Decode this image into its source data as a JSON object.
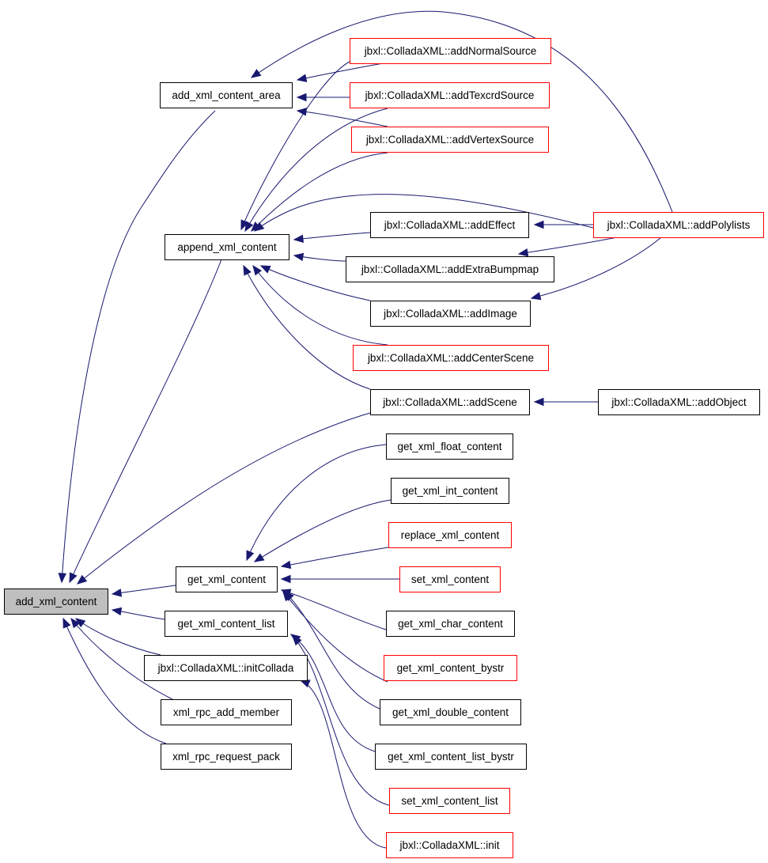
{
  "colors": {
    "edge": "#191970",
    "border_normal": "#000000",
    "border_truncated": "#ff0000",
    "root_fill": "#bfbfbf"
  },
  "nodes": [
    {
      "id": "add_xml_content",
      "label": "add_xml_content",
      "root": true
    },
    {
      "id": "add_xml_content_area",
      "label": "add_xml_content_area"
    },
    {
      "id": "append_xml_content",
      "label": "append_xml_content"
    },
    {
      "id": "get_xml_content",
      "label": "get_xml_content"
    },
    {
      "id": "get_xml_content_list",
      "label": "get_xml_content_list"
    },
    {
      "id": "initCollada",
      "label": "jbxl::ColladaXML::initCollada"
    },
    {
      "id": "xml_rpc_add_member",
      "label": "xml_rpc_add_member"
    },
    {
      "id": "xml_rpc_request_pack",
      "label": "xml_rpc_request_pack"
    },
    {
      "id": "addNormalSource",
      "label": "jbxl::ColladaXML::addNormalSource",
      "truncated": true
    },
    {
      "id": "addTexcrdSource",
      "label": "jbxl::ColladaXML::addTexcrdSource",
      "truncated": true
    },
    {
      "id": "addVertexSource",
      "label": "jbxl::ColladaXML::addVertexSource",
      "truncated": true
    },
    {
      "id": "addEffect",
      "label": "jbxl::ColladaXML::addEffect"
    },
    {
      "id": "addExtraBumpmap",
      "label": "jbxl::ColladaXML::addExtraBumpmap"
    },
    {
      "id": "addImage",
      "label": "jbxl::ColladaXML::addImage"
    },
    {
      "id": "addCenterScene",
      "label": "jbxl::ColladaXML::addCenterScene",
      "truncated": true
    },
    {
      "id": "addScene",
      "label": "jbxl::ColladaXML::addScene"
    },
    {
      "id": "get_xml_float_content",
      "label": "get_xml_float_content"
    },
    {
      "id": "get_xml_int_content",
      "label": "get_xml_int_content"
    },
    {
      "id": "replace_xml_content",
      "label": "replace_xml_content",
      "truncated": true
    },
    {
      "id": "set_xml_content",
      "label": "set_xml_content",
      "truncated": true
    },
    {
      "id": "get_xml_char_content",
      "label": "get_xml_char_content"
    },
    {
      "id": "get_xml_content_bystr",
      "label": "get_xml_content_bystr",
      "truncated": true
    },
    {
      "id": "get_xml_double_content",
      "label": "get_xml_double_content"
    },
    {
      "id": "get_xml_content_list_bystr",
      "label": "get_xml_content_list_bystr"
    },
    {
      "id": "set_xml_content_list",
      "label": "set_xml_content_list",
      "truncated": true
    },
    {
      "id": "init",
      "label": "jbxl::ColladaXML::init",
      "truncated": true
    },
    {
      "id": "addPolylists",
      "label": "jbxl::ColladaXML::addPolylists",
      "truncated": true
    },
    {
      "id": "addObject",
      "label": "jbxl::ColladaXML::addObject"
    }
  ],
  "edges": [
    {
      "from": "add_xml_content_area",
      "to": "add_xml_content"
    },
    {
      "from": "append_xml_content",
      "to": "add_xml_content"
    },
    {
      "from": "addScene",
      "to": "add_xml_content"
    },
    {
      "from": "get_xml_content",
      "to": "add_xml_content"
    },
    {
      "from": "get_xml_content_list",
      "to": "add_xml_content"
    },
    {
      "from": "initCollada",
      "to": "add_xml_content"
    },
    {
      "from": "xml_rpc_add_member",
      "to": "add_xml_content"
    },
    {
      "from": "xml_rpc_request_pack",
      "to": "add_xml_content"
    },
    {
      "from": "addNormalSource",
      "to": "add_xml_content_area"
    },
    {
      "from": "addTexcrdSource",
      "to": "add_xml_content_area"
    },
    {
      "from": "addVertexSource",
      "to": "add_xml_content_area"
    },
    {
      "from": "addPolylists",
      "to": "add_xml_content_area"
    },
    {
      "from": "addNormalSource",
      "to": "append_xml_content"
    },
    {
      "from": "addTexcrdSource",
      "to": "append_xml_content"
    },
    {
      "from": "addVertexSource",
      "to": "append_xml_content"
    },
    {
      "from": "addPolylists",
      "to": "append_xml_content"
    },
    {
      "from": "addEffect",
      "to": "append_xml_content"
    },
    {
      "from": "addExtraBumpmap",
      "to": "append_xml_content"
    },
    {
      "from": "addImage",
      "to": "append_xml_content"
    },
    {
      "from": "addCenterScene",
      "to": "append_xml_content"
    },
    {
      "from": "addScene",
      "to": "append_xml_content"
    },
    {
      "from": "addPolylists",
      "to": "addEffect"
    },
    {
      "from": "addPolylists",
      "to": "addExtraBumpmap"
    },
    {
      "from": "addPolylists",
      "to": "addImage"
    },
    {
      "from": "addObject",
      "to": "addScene"
    },
    {
      "from": "get_xml_float_content",
      "to": "get_xml_content"
    },
    {
      "from": "get_xml_int_content",
      "to": "get_xml_content"
    },
    {
      "from": "replace_xml_content",
      "to": "get_xml_content"
    },
    {
      "from": "set_xml_content",
      "to": "get_xml_content"
    },
    {
      "from": "get_xml_char_content",
      "to": "get_xml_content"
    },
    {
      "from": "get_xml_content_bystr",
      "to": "get_xml_content"
    },
    {
      "from": "get_xml_double_content",
      "to": "get_xml_content"
    },
    {
      "from": "get_xml_content_list_bystr",
      "to": "get_xml_content_list"
    },
    {
      "from": "set_xml_content_list",
      "to": "get_xml_content_list"
    },
    {
      "from": "init",
      "to": "initCollada"
    }
  ]
}
